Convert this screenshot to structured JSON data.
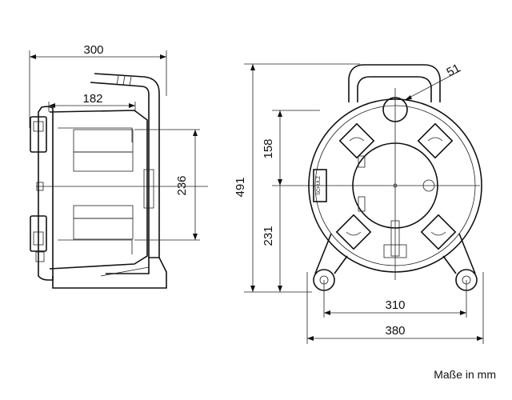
{
  "dimensions": {
    "side_width": "300",
    "drum_width": "182",
    "side_height": "236",
    "total_height": "491",
    "upper_height": "158",
    "lower_height": "231",
    "hole_diameter": "51",
    "foot_inner": "310",
    "foot_outer": "380"
  },
  "units_note": "Maße in mm",
  "brand_mark": "SCHULZ"
}
